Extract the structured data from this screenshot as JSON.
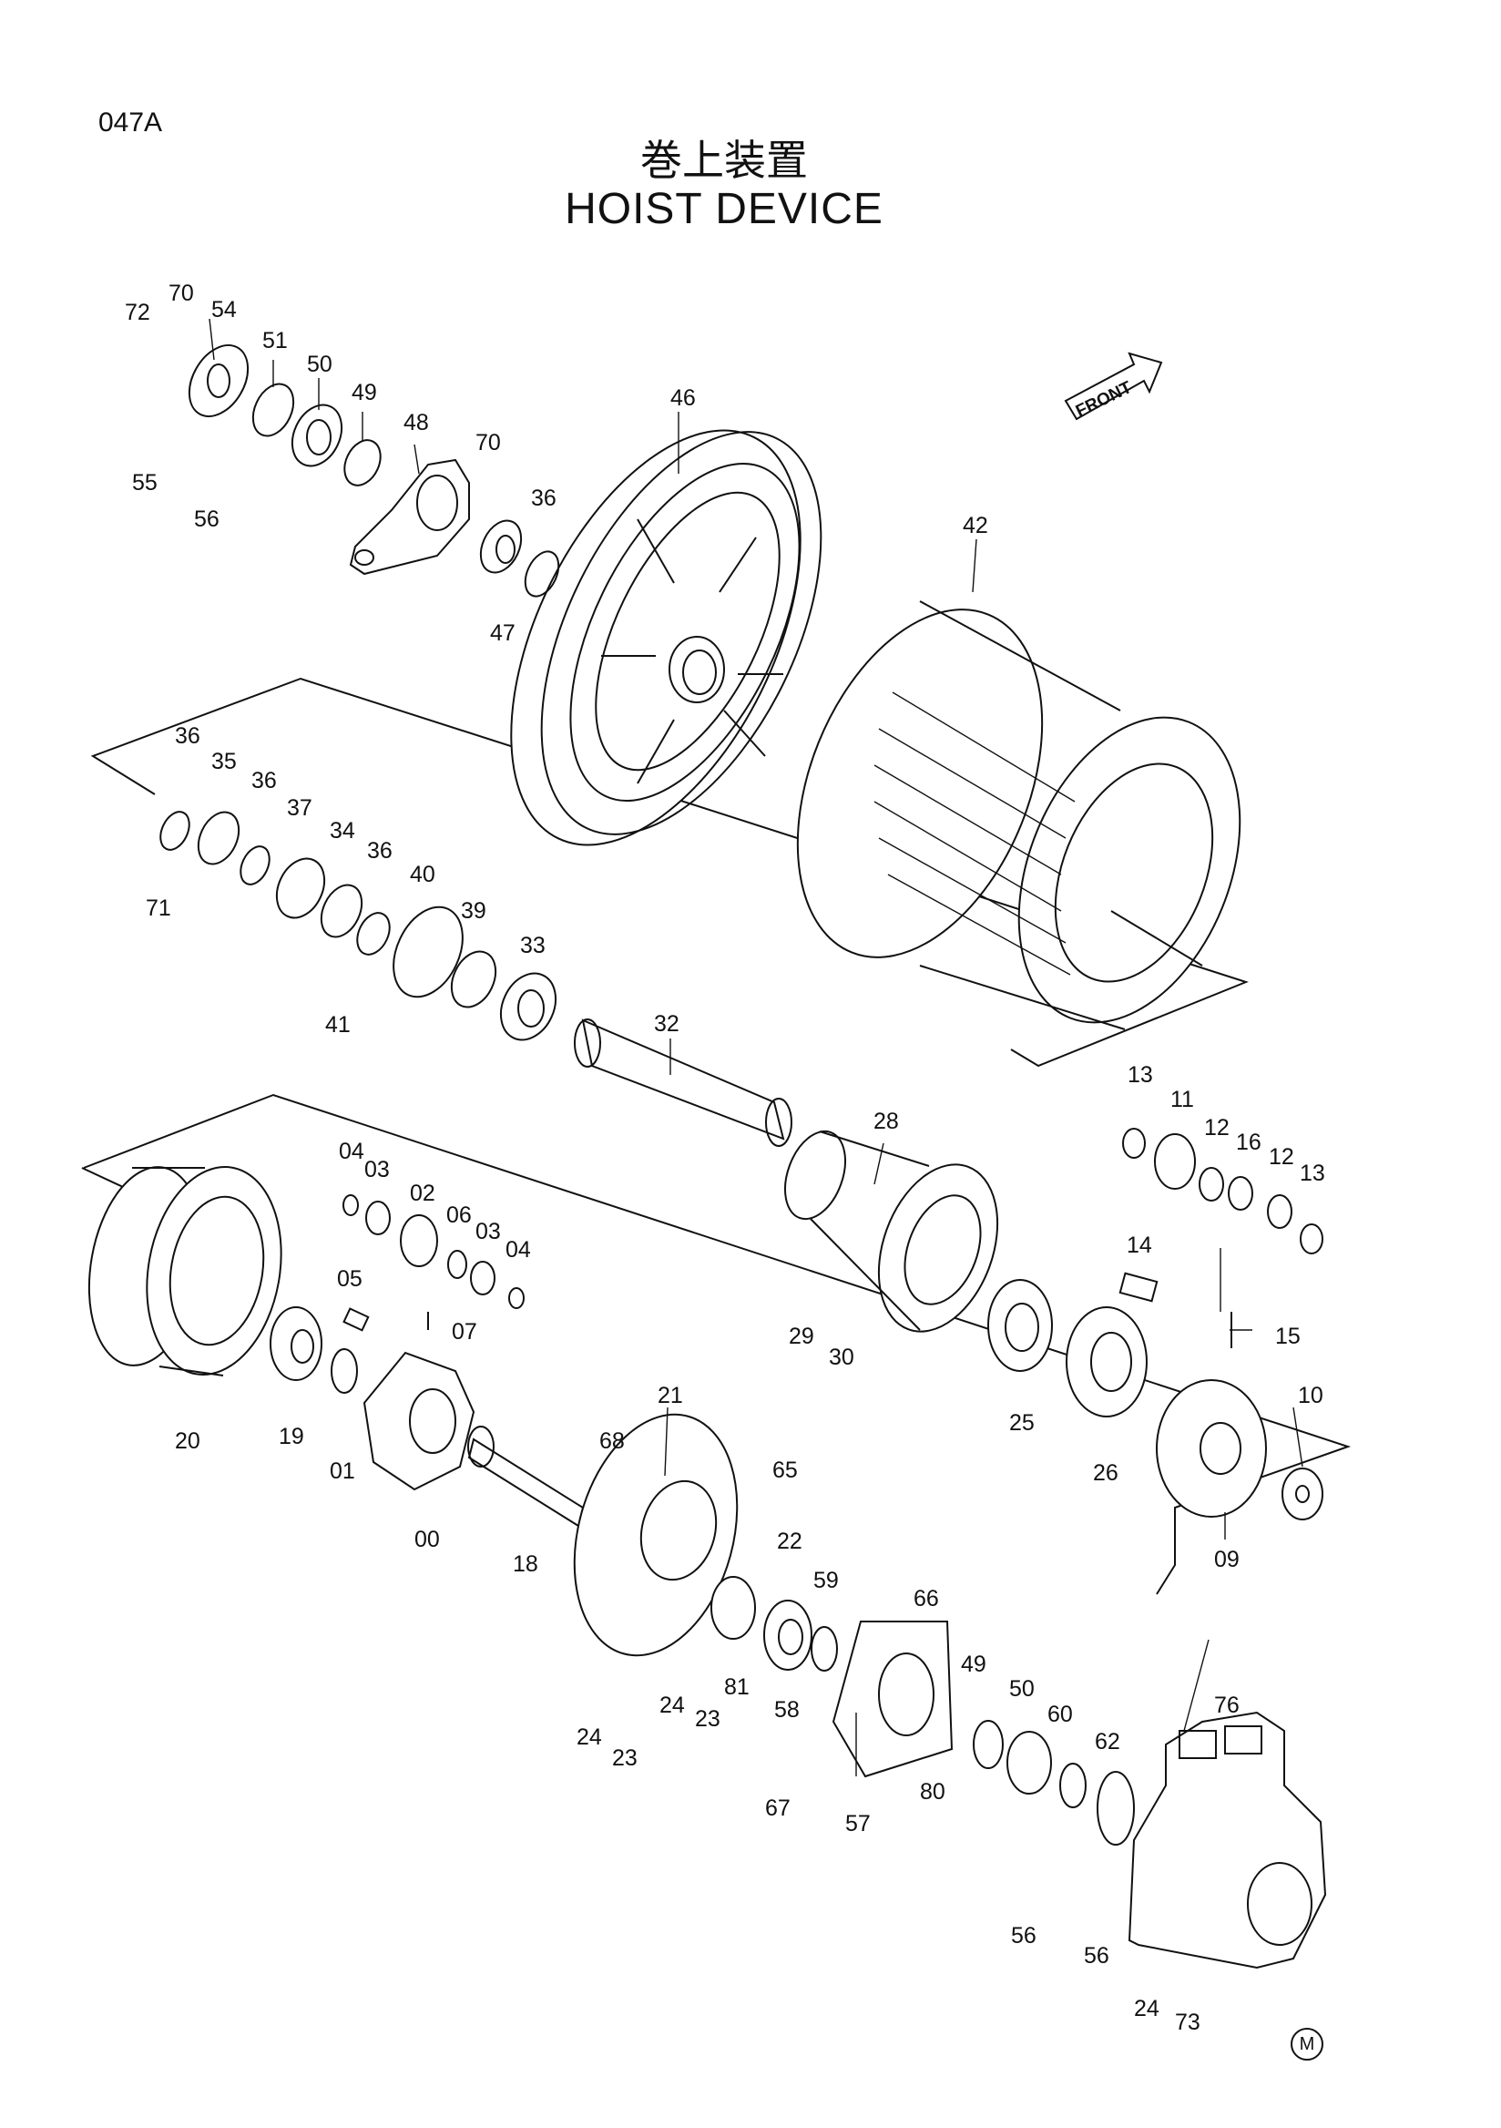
{
  "header": {
    "page_code": "047A",
    "title_jp": "巻上装置",
    "title_en": "HOIST DEVICE"
  },
  "front_arrow": {
    "label": "FRONT"
  },
  "corner_mark": "M",
  "part_labels": [
    "72",
    "70",
    "54",
    "51",
    "50",
    "49",
    "48",
    "70",
    "36",
    "46",
    "42",
    "55",
    "56",
    "47",
    "36",
    "35",
    "36",
    "37",
    "34",
    "36",
    "40",
    "39",
    "33",
    "71",
    "41",
    "32",
    "13",
    "11",
    "12",
    "16",
    "12",
    "13",
    "28",
    "04",
    "03",
    "02",
    "06",
    "03",
    "04",
    "05",
    "07",
    "14",
    "15",
    "20",
    "19",
    "01",
    "00",
    "29",
    "30",
    "25",
    "26",
    "10",
    "09",
    "21",
    "68",
    "65",
    "22",
    "18",
    "59",
    "66",
    "24",
    "23",
    "24",
    "23",
    "81",
    "58",
    "49",
    "50",
    "60",
    "62",
    "76",
    "67",
    "57",
    "80",
    "56",
    "56",
    "24",
    "73"
  ]
}
